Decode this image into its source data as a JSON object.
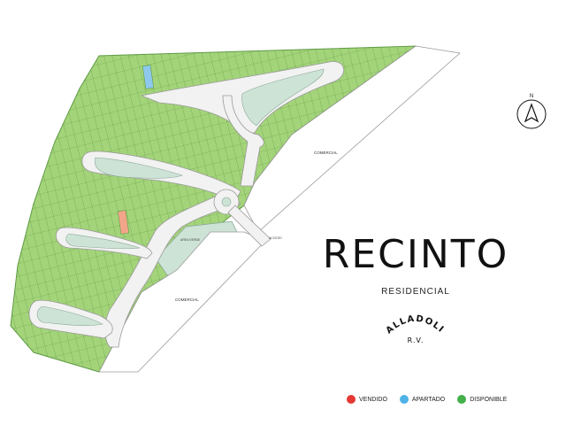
{
  "brand": {
    "title": "RECINTO",
    "subtitle": "RESIDENCIAL",
    "location": "VALLADOLID",
    "location_abbr": "R.V."
  },
  "compass": {
    "label": "N",
    "icon": "north-arrow-icon"
  },
  "map_labels": {
    "comercial_top": "COMERCIAL",
    "comercial_bottom": "COMERCIAL",
    "area_verde": "AREA VERDE",
    "acceso": "ACCESO"
  },
  "legend": [
    {
      "label": "VENDIDO",
      "color": "#e53935"
    },
    {
      "label": "APARTADO",
      "color": "#4fb3e8"
    },
    {
      "label": "DISPONIBLE",
      "color": "#43b04a"
    }
  ],
  "colors": {
    "lot": "#a4d47a",
    "lot_border": "#5e9a45",
    "road": "#f2f2f2",
    "road_border": "#9a9a9a",
    "park": "#cde3d5",
    "commercial": "#ffffff",
    "sold": "#f3a58a",
    "reserved": "#8ec8ec"
  }
}
